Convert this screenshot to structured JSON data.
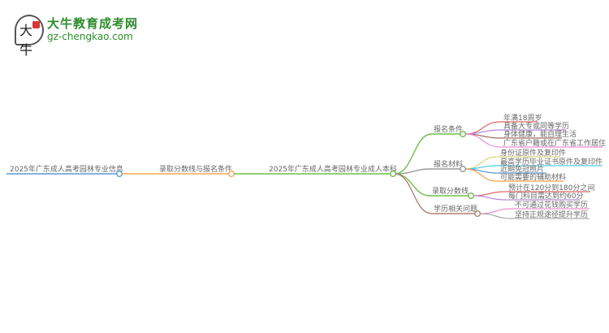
{
  "logo": {
    "title": "大牛教育成考网",
    "url": "gz-chengkao.com",
    "mark": "大牛"
  },
  "root": {
    "label": "2025年广东成人高考园林专业信息",
    "color": "#5b9bd5"
  },
  "level1": {
    "label": "录取分数线与报名条件",
    "color": "#f5a65b"
  },
  "level2": {
    "label": "2025年广东成人高考园林专业成人本科",
    "color": "#6cc04a"
  },
  "branches": [
    {
      "label": "报名条件",
      "color": "#6cc04a",
      "children": [
        {
          "label": "年满18周岁",
          "color": "#e06666"
        },
        {
          "label": "具备大专或同等学历",
          "color": "#b48ad8"
        },
        {
          "label": "身体健康，能自理生活",
          "color": "#a07060"
        },
        {
          "label": "广东省户籍或在广东省工作居住",
          "color": "#f08cd0"
        }
      ]
    },
    {
      "label": "报名材料",
      "color": "#999999",
      "children": [
        {
          "label": "身份证原件及复印件",
          "color": "#d8d878"
        },
        {
          "label": "最高学历毕业证书原件及复印件",
          "color": "#4dd0e8"
        },
        {
          "label": "近期免冠照片",
          "color": "#5b9bd5"
        },
        {
          "label": "可能需要的辅助材料",
          "color": "#f5a050"
        }
      ]
    },
    {
      "label": "录取分数线",
      "color": "#6cc04a",
      "children": [
        {
          "label": "预计在120分到180分之间",
          "color": "#e06666"
        },
        {
          "label": "每门科目需达到约60分",
          "color": "#b48ad8"
        }
      ]
    },
    {
      "label": "学历相关问题",
      "color": "#b08070",
      "children": [
        {
          "label": "不可通过花钱购买学历",
          "color": "#f08cd0"
        },
        {
          "label": "坚持正规途径提升学历",
          "color": "#aaaaaa"
        }
      ]
    }
  ]
}
